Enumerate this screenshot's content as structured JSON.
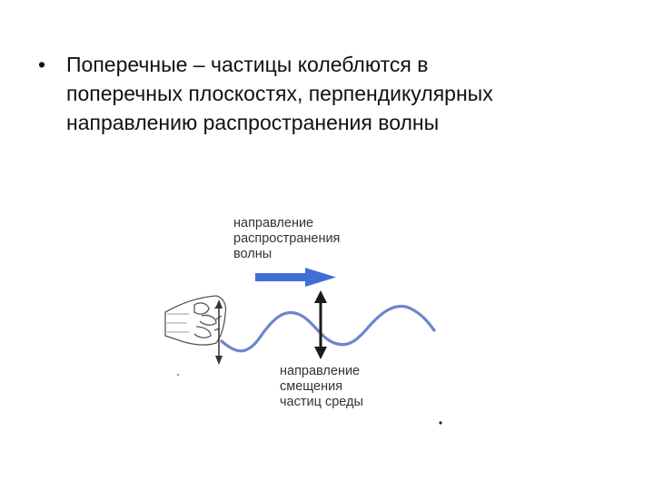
{
  "slide": {
    "bullet": {
      "marker": "•",
      "lines": [
        "Поперечные – частицы колеблются в",
        "поперечных плоскостях, перпендикулярных",
        "направлению распространения волны"
      ]
    },
    "figure": {
      "propagation_label": [
        "направление",
        "распространения",
        "волны"
      ],
      "displacement_label": [
        "направление",
        "смещения",
        "частиц среды"
      ],
      "colors": {
        "wave": "#6b86cc",
        "propagation_arrow": "#3f6fd6",
        "displacement_arrow": "#1a1a1a",
        "hand_outline": "#555555"
      }
    }
  }
}
